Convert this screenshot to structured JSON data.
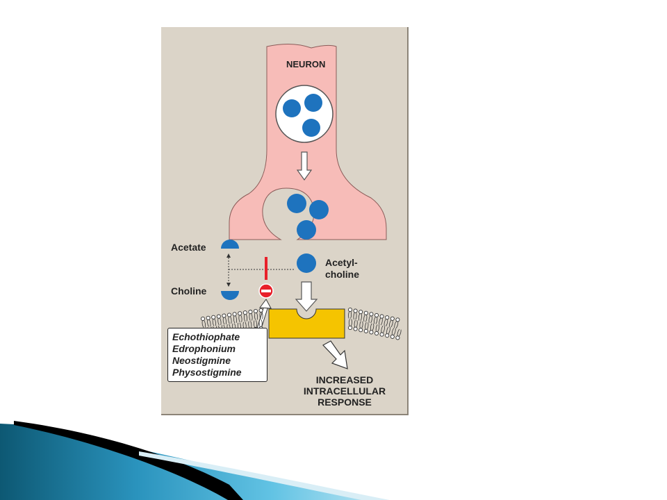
{
  "slide": {
    "accent_colors": [
      "#0f5f7a",
      "#4fb3d9",
      "#000000"
    ]
  },
  "diagram": {
    "neuron_label": "NEURON",
    "acetate_label": "Acetate",
    "choline_label": "Choline",
    "acetylcholine_label_line1": "Acetyl-",
    "acetylcholine_label_line2": "choline",
    "drugs": [
      "Echothiophate",
      "Edrophonium",
      "Neostigmine",
      "Physostigmine"
    ],
    "response_line1": "INCREASED",
    "response_line2": "INTRACELLULAR",
    "response_line3": "RESPONSE",
    "colors": {
      "neuron": "#f7bcb8",
      "vesicle": "#1e73be",
      "inhibitor": "#e8202a",
      "receptor": "#f5c400",
      "background": "#dbd4c8"
    }
  }
}
